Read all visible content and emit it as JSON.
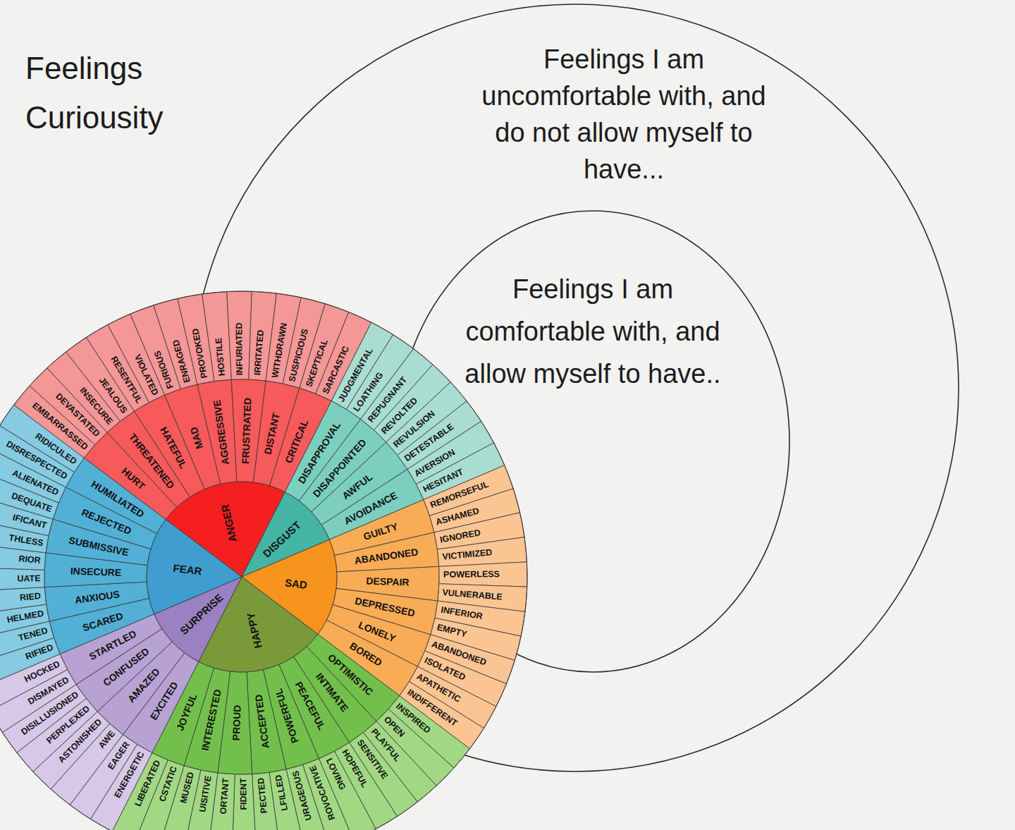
{
  "diagram": {
    "title": "Feelings Curiousity",
    "nodes": [
      {
        "text": [
          "Feelings I am uncomfortable with, and do not allow myself to have..."
        ]
      },
      {
        "text": [
          "Feelings I am comfortable with, and allow myself to have.."
        ],
        "in": 0
      }
    ],
    "labels": [
      "ANGER",
      "DISGUST",
      "SAD",
      "HAPPY",
      "SURPRISE",
      "FEAR",
      "HURT",
      "THREATENED",
      "HATEFUL",
      "MAD",
      "AGGRESSIVE",
      "FRUSTRATED",
      "DISTANT",
      "CRITICAL",
      "DISAPPROVAL",
      "DISAPPOINTED",
      "AWFUL",
      "AVOIDANCE",
      "GUILTY",
      "ABANDONED",
      "DESPAIR",
      "DEPRESSED",
      "LONELY",
      "BORED",
      "OPTIMISTIC",
      "INTIMATE",
      "PEACEFUL",
      "POWERFUL",
      "ACCEPTED",
      "PROUD",
      "INTERESTED",
      "JOYFUL",
      "EXCITED",
      "AMAZED",
      "CONFUSED",
      "STARTLED",
      "SCARED",
      "ANXIOUS",
      "INSECURE",
      "SUBMISSIVE",
      "REJECTED",
      "HUMILIATED",
      "EMBARRASSED",
      "DEVASTATED",
      "INSECURE",
      "JEALOUS",
      "RESENTFUL",
      "VIOLATED",
      "FURIOUS",
      "ENRAGED",
      "PROVOKED",
      "HOSTILE",
      "INFURIATED",
      "IRRITATED",
      "WITHDRAWN",
      "SUSPICIOUS",
      "SKEPTICAL",
      "SARCASTIC",
      "JUDGMENTAL",
      "LOATHING",
      "REPUGNANT",
      "REVOLTED",
      "REVULSION",
      "DETESTABLE",
      "AVERSION",
      "HESITANT",
      "REMORSEFUL",
      "ASHAMED",
      "IGNORED",
      "VICTIMIZED",
      "POWERLESS",
      "VULNERABLE",
      "INFERIOR",
      "EMPTY",
      "ABANDONED",
      "ISOLATED",
      "APATHETIC",
      "INDIFFERENT",
      "INSPIRED",
      "OPEN",
      "PLAYFUL",
      "SENSITIVE",
      "HOPEFUL",
      "LOVING",
      "ROVOCATIVE",
      "URAGEOUS",
      "LFILLED",
      "PECTED",
      "FIDENT",
      "ORTANT",
      "UISITIVE",
      "MUSED",
      "CSTATIC",
      "LIBERATED",
      "ENERGETIC",
      "EAGER",
      "AWE",
      "ASTONISHED",
      "PERPLEXED",
      "DISILLUSIONED",
      "DISMAYED",
      "HOCKED",
      "RIFIED",
      "TENED",
      "HELMED",
      "RIED",
      "UATE",
      "RIOR",
      "THLESS",
      "IFICANT",
      "DEQUATE",
      "ALIENATED",
      "DISRESPECTED",
      "RIDICULED"
    ]
  }
}
